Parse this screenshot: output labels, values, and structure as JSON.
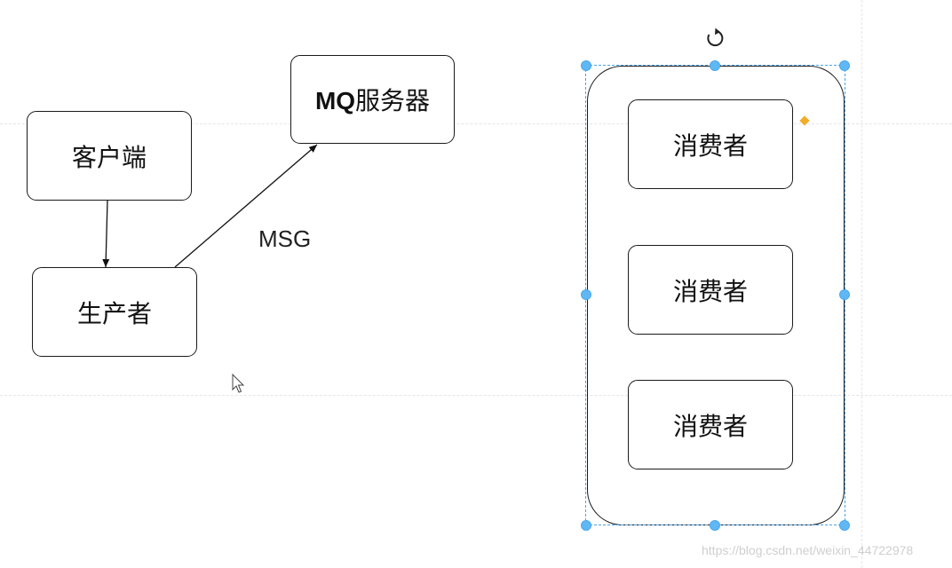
{
  "nodes": {
    "client": "客户端",
    "producer": "生产者",
    "mq_bold": "MQ",
    "mq_rest": "服务器",
    "consumers": [
      "消费者",
      "消费者",
      "消费者"
    ]
  },
  "edges": {
    "msg_label": "MSG"
  },
  "watermark": "https://blog.csdn.net/weixin_44722978",
  "colors": {
    "selection": "#4aa3e8",
    "handle": "#5fb8f3",
    "diamond": "#f0ae2a"
  }
}
